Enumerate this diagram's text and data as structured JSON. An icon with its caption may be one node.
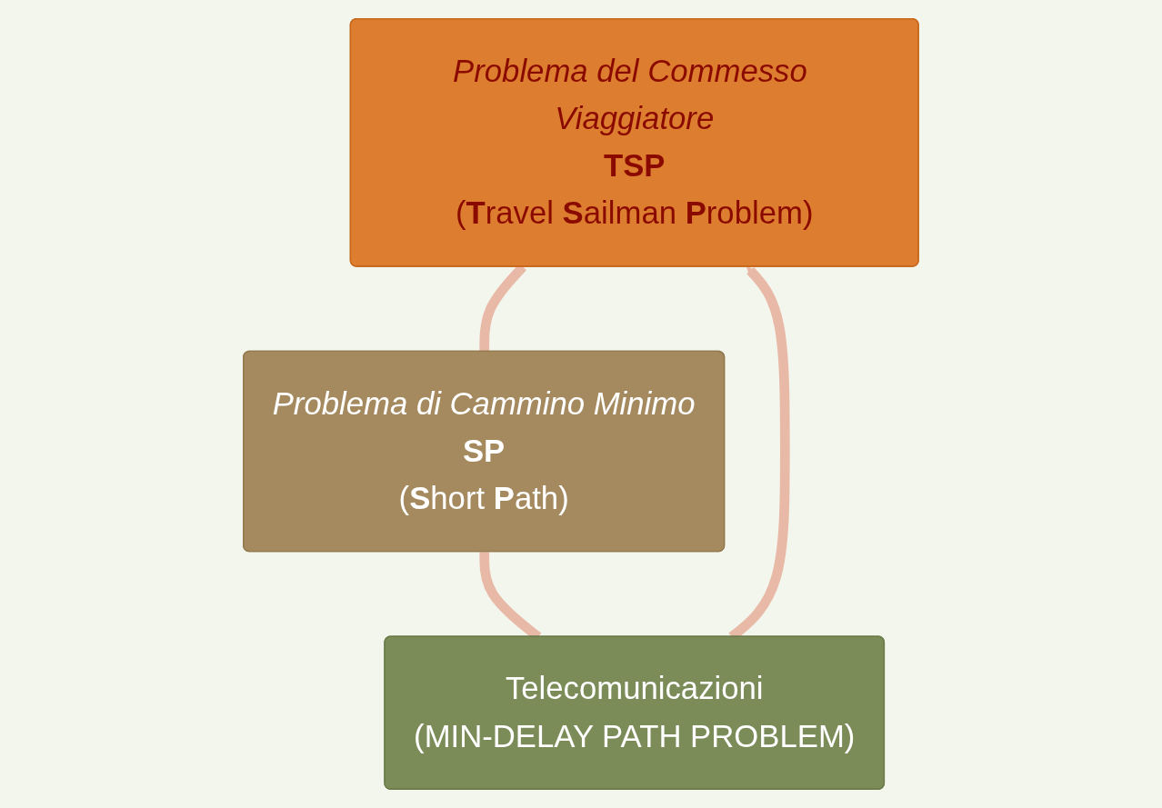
{
  "diagram": {
    "nodes": [
      {
        "text": [
          "Problema del Commesso Viaggiatore",
          "TSP",
          "(**T**ravel **S**ailman **P**roblem)"
        ]
      },
      {
        "text": [
          "Telecomunicazioni",
          "(MIN-DELAY PATH PROBLEM)"
        ]
      },
      {
        "text": [
          "Problema di Cammino Minimo",
          "SP",
          "(**S**hort **P**ath)"
        ]
      }
    ],
    "edges": [
      {
        "from": 0,
        "to": 2,
        "arrow": "none"
      },
      {
        "from": 2,
        "to": 1,
        "arrow": "none"
      },
      {
        "from": 1,
        "to": 0,
        "arrow": "to"
      }
    ]
  }
}
